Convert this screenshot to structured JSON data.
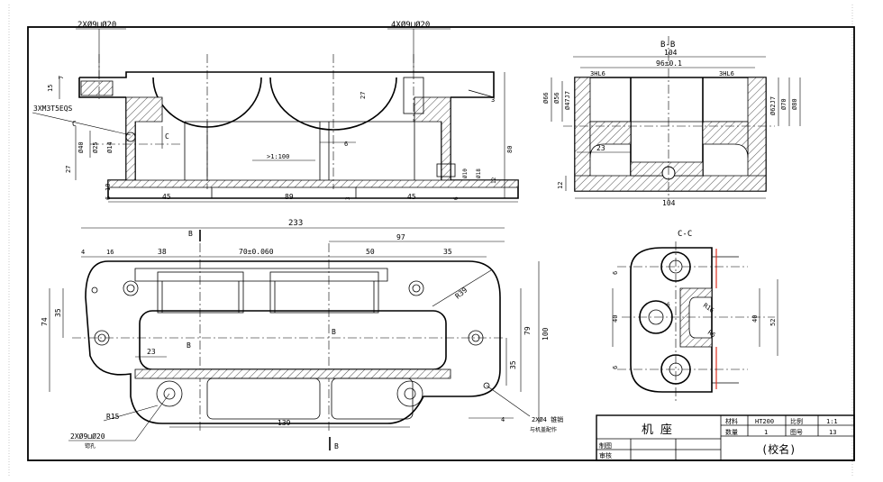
{
  "views": {
    "section_bb": {
      "title": "B-B",
      "overall": "104",
      "inner": "96±0.1",
      "bottom": "104",
      "left_hole": "3HL6",
      "right_hole": "3HL6",
      "left_dims": [
        "Ø66",
        "Ø56",
        "Ø47J7"
      ],
      "right_dims": [
        "Ø62J7",
        "Ø70",
        "Ø80"
      ],
      "inner_dim": "23",
      "foot_dim": "12"
    },
    "section_cc": {
      "title": "C-C",
      "dims": [
        "6",
        "40",
        "6",
        "40",
        "52",
        "6",
        "R16",
        "R6"
      ]
    },
    "front": {
      "callout_left": "2XØ9⊔Ø20",
      "callout_right": "4XØ9⊔Ø20",
      "thread": "3XM3T5EQS",
      "section_mark": "C",
      "section_mark2": "C",
      "left_dims": [
        "7",
        "15",
        "Ø40",
        "Ø25",
        "Ø14",
        "27",
        "10",
        "6"
      ],
      "depth_dim": "27",
      "wall": "6",
      "right_dims": [
        "80",
        "Ø10",
        "Ø18",
        "12"
      ],
      "bottom_dims": [
        "45",
        "89",
        "45",
        "3",
        "6"
      ],
      "slope": ">1:100",
      "chamfer": "3"
    },
    "top": {
      "overall": "233",
      "dims_row": [
        "4",
        "16",
        "38",
        "70±0.060",
        "50",
        "35"
      ],
      "dim_97": "97",
      "section_b_top": "B",
      "section_b_bottom": "B",
      "left_dims": [
        "74",
        "35"
      ],
      "right_dims": [
        "79",
        "100",
        "35"
      ],
      "radius": "R39",
      "radius_small": "R15",
      "dim_23": "23",
      "dim_139": "139",
      "dim_4": "4",
      "label_b_left": "B",
      "label_b_center": "B",
      "callout_bl": "2XØ9⊔Ø20",
      "callout_bl_sub": "锪孔",
      "callout_br": "2XØ4 锥销",
      "callout_br_sub": "与机盖配作"
    }
  },
  "title_block": {
    "part_name": "机  座",
    "material_label": "材料",
    "material": "HT200",
    "scale_label": "比例",
    "scale": "1:1",
    "qty_label": "数量",
    "qty": "1",
    "drawing_no_label": "图号",
    "drawing_no": "13",
    "drawn_label": "制图",
    "checked_label": "审核",
    "school": "(校名)"
  }
}
